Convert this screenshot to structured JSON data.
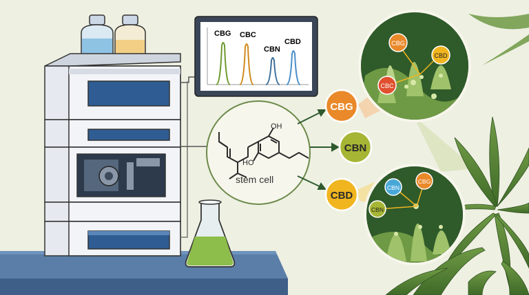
{
  "monitor": {
    "peaks": [
      {
        "label": "CBG",
        "color": "#6d9a2e"
      },
      {
        "label": "CBC",
        "color": "#d08a1c"
      },
      {
        "label": "CBN",
        "color": "#3d6f9a"
      },
      {
        "label": "CBD",
        "color": "#4a8ec9"
      }
    ]
  },
  "molecule": {
    "label": "stem cell",
    "oh_top": "OH",
    "oh_left": "HO"
  },
  "outputs": [
    {
      "label": "CBG",
      "color": "#e9892a"
    },
    {
      "label": "CBN",
      "color": "#a6b533"
    },
    {
      "label": "CBD",
      "color": "#f0b51f"
    }
  ],
  "top_closeup": [
    {
      "label": "CBG",
      "color": "#e9892a"
    },
    {
      "label": "CBD",
      "color": "#f0b51f"
    },
    {
      "label": "CBC",
      "color": "#e0502f"
    }
  ],
  "bottom_closeup": [
    {
      "label": "CBN",
      "color": "#4aa8d8"
    },
    {
      "label": "CBG",
      "color": "#e9892a"
    },
    {
      "label": "CBN",
      "color": "#a6b533"
    }
  ],
  "colors": {
    "background": "#eef0e2",
    "instrument": "#e6e9ef",
    "window": "#2f5d93",
    "bench": "#4d6f9a",
    "leaf": "#4f7d32",
    "closeup": "#2f5a2a"
  }
}
